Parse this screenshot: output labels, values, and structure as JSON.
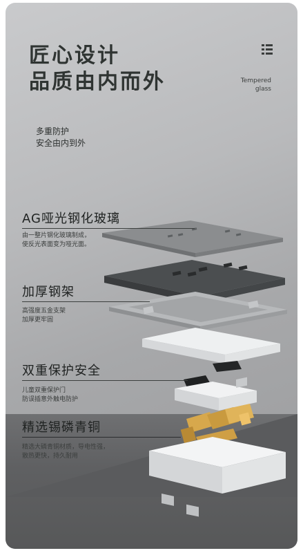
{
  "headline": {
    "line1": "匠心设计",
    "line2": "品质由内而外"
  },
  "tempered_label": {
    "line1": "Tempered",
    "line2": "glass"
  },
  "intro": {
    "line1": "多重防护",
    "line2": "安全由内到外"
  },
  "features": [
    {
      "title": "AG哑光钢化玻璃",
      "desc1": "由一整片钢化玻璃制成，",
      "desc2": "使反光表面变为哑光面。"
    },
    {
      "title": "加厚钢架",
      "desc1": "高强度五金支架",
      "desc2": "加厚更牢固"
    },
    {
      "title": "双重保护安全",
      "desc1": "儿童双重保护门",
      "desc2": "防误插意外触电防护"
    },
    {
      "title": "精选锡磷青铜",
      "desc1": "精选大磷青铜材质，导电性强，",
      "desc2": "散热更快，持久耐用"
    }
  ],
  "colors": {
    "headline": "#2f3432",
    "brass": "#d6a54b",
    "glass_top": "#8a8c8e",
    "panel_dark": "#4a4d4f"
  },
  "icons": {
    "menu": "menu-icon"
  }
}
